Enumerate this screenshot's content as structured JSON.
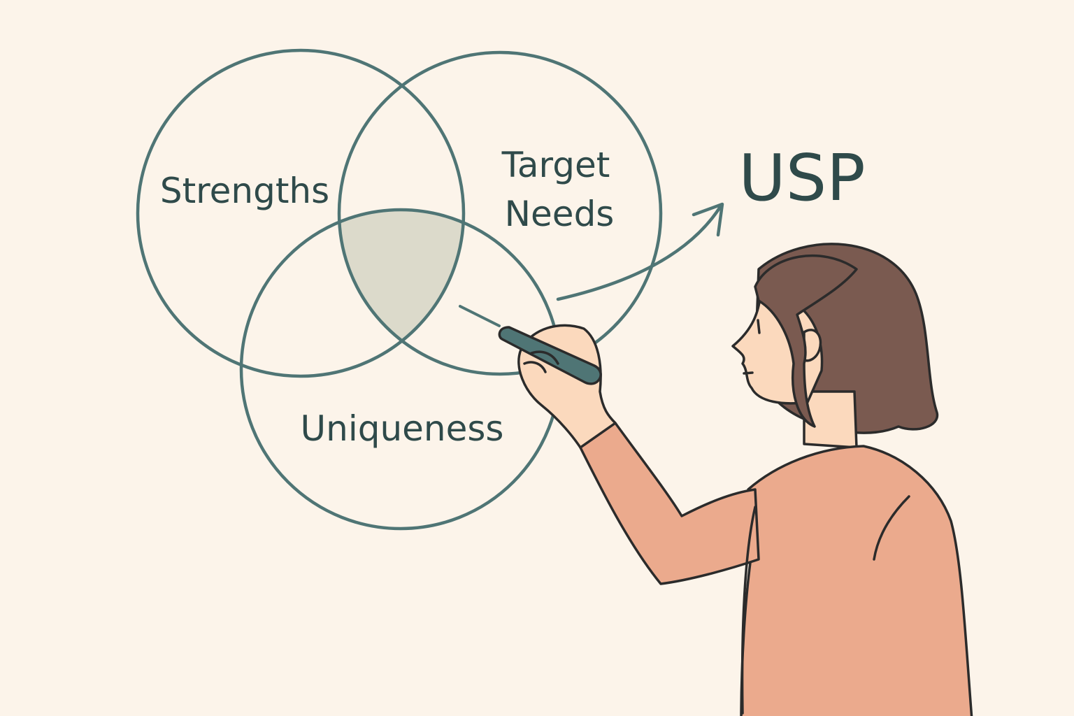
{
  "diagram": {
    "sets": [
      {
        "id": "strengths",
        "label": "Strengths"
      },
      {
        "id": "target-needs",
        "label_lines": [
          "Target",
          "Needs"
        ]
      },
      {
        "id": "uniqueness",
        "label": "Uniqueness"
      }
    ],
    "result_label": "USP"
  },
  "colors": {
    "background": "#fcf4ea",
    "circle_stroke": "#4f7575",
    "text": "#2f4a4a",
    "intersection_fill": "#dcdacb",
    "skin": "#fbd9bd",
    "hair": "#7a5a50",
    "sweater": "#ebaa8d",
    "marker": "#4f7575",
    "outline": "#2b2b2b"
  }
}
